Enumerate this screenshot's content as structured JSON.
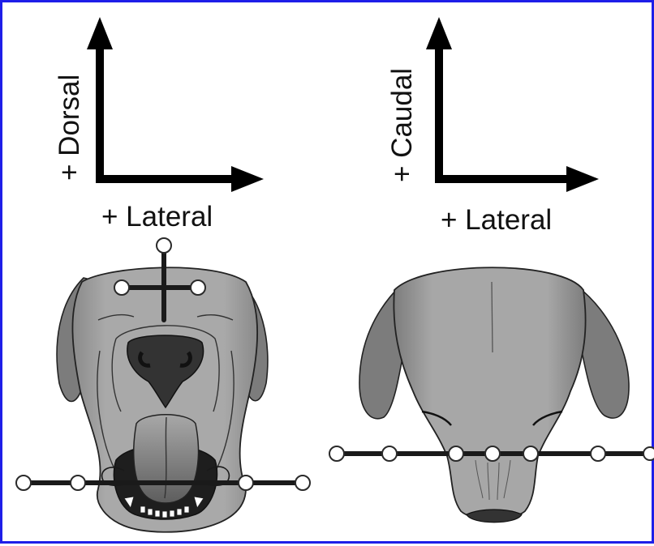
{
  "left_panel": {
    "axis_vertical_label": "+ Dorsal",
    "axis_horizontal_label": "+ Lateral"
  },
  "right_panel": {
    "axis_vertical_label": "+ Caudal",
    "axis_horizontal_label": "+ Lateral"
  },
  "colors": {
    "border": "#1e1ee8",
    "head_fill": "#a6a6a6",
    "ear_fill": "#7c7c7c",
    "nose_fill": "#333333",
    "marker_fill": "#ffffff",
    "rod": "#1a1a1a"
  }
}
